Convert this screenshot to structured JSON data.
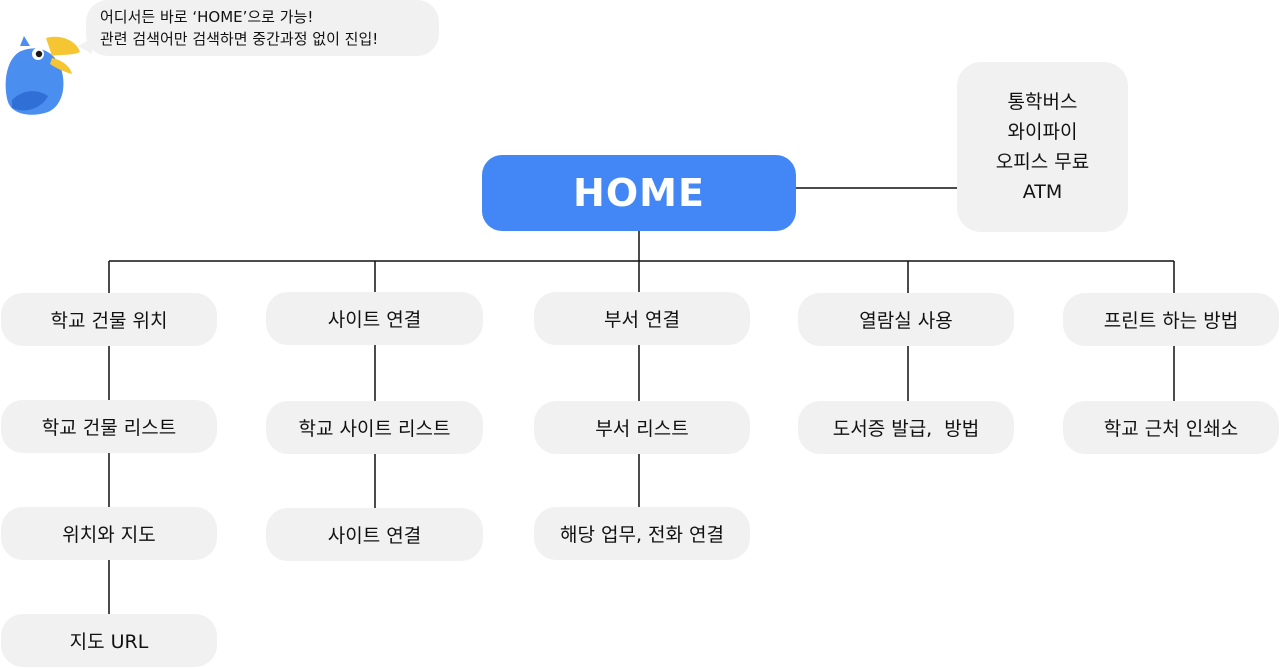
{
  "colors": {
    "accent": "#4287f5",
    "node_bg": "#f1f1f1",
    "line": "#111111"
  },
  "bubble": {
    "line1": "어디서든 바로 ‘HOME’으로 가능!",
    "line2": "관련 검색어만 검색하면 중간과정 없이 진입!"
  },
  "home": {
    "label": "HOME"
  },
  "info": {
    "items": [
      "통학버스",
      "와이파이",
      "오피스 무료",
      "ATM"
    ]
  },
  "columns": [
    {
      "title": "학교 건물 위치",
      "children": [
        "학교 건물 리스트",
        "위치와 지도",
        "지도 URL"
      ]
    },
    {
      "title": "사이트 연결",
      "children": [
        "학교 사이트 리스트",
        "사이트 연결"
      ]
    },
    {
      "title": "부서 연결",
      "children": [
        "부서 리스트",
        "해당 업무, 전화 연결"
      ]
    },
    {
      "title": "열람실 사용",
      "children": [
        "도서증 발급,  방법"
      ]
    },
    {
      "title": "프린트 하는 방법",
      "children": [
        "학교 근처 인쇄소"
      ]
    }
  ]
}
